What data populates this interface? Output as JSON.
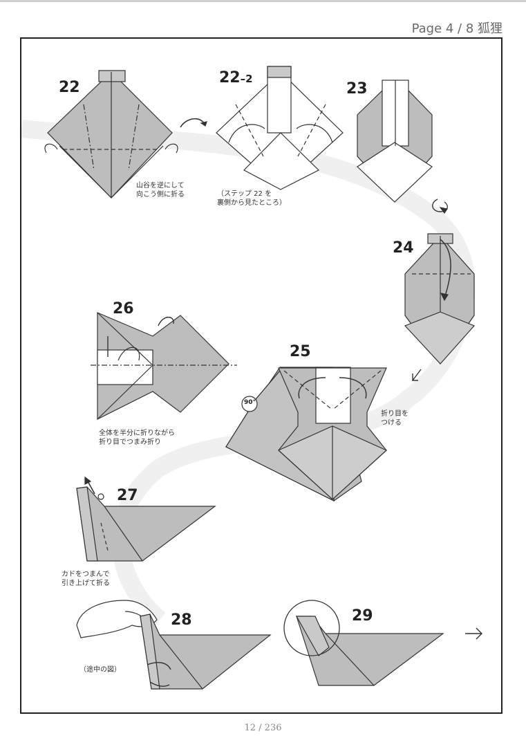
{
  "header": {
    "page_label": "Page 4 / 8 狐狸"
  },
  "steps": {
    "s22": "22",
    "s22_2_main": "22",
    "s22_2_sub": "–2",
    "s23": "23",
    "s24": "24",
    "s25": "25",
    "s26": "26",
    "s27": "27",
    "s28": "28",
    "s29": "29"
  },
  "notes": {
    "n22": "山谷を逆にして\n向こう側に折る",
    "n22_2": "（ステップ 22 を\n裏側から見たところ）",
    "n25": "折り目を\nつける",
    "n26": "全体を半分に折りながら\n折り目でつまみ折り",
    "n27": "カドをつまんで\n引き上げて折る",
    "n28": "（途中の図）",
    "rotate": "90°"
  },
  "footer": {
    "page_count": "12 / 236"
  },
  "colors": {
    "paper_gray": "#bdbdbd",
    "paper_white": "#ffffff",
    "line": "#333333"
  }
}
